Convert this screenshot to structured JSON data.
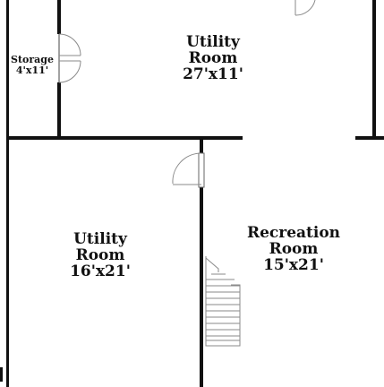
{
  "rooms": [
    {
      "id": "storage",
      "name": "Storage",
      "dims": "4'x11'"
    },
    {
      "id": "utility-top",
      "name_line1": "Utility",
      "name_line2": "Room",
      "dims": "27'x11'"
    },
    {
      "id": "utility-left",
      "name_line1": "Utility",
      "name_line2": "Room",
      "dims": "16'x21'"
    },
    {
      "id": "recreation",
      "name_line1": "Recreation",
      "name_line2": "Room",
      "dims": "15'x21'"
    }
  ],
  "colors": {
    "wall": "#111111",
    "background": "#ffffff"
  }
}
